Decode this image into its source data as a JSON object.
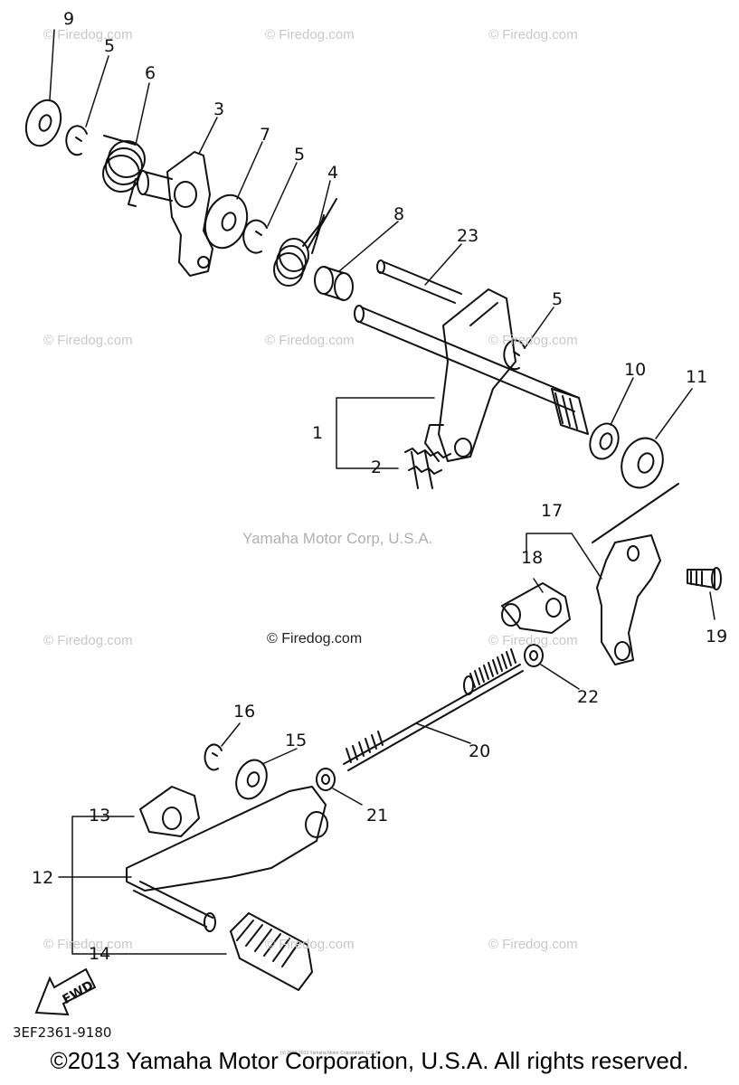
{
  "watermark": {
    "text": "© Firedog.com",
    "center_mark": "Yamaha Motor Corp, U.S.A.",
    "center_fd": "© Firedog.com"
  },
  "callouts": {
    "c1": "1",
    "c2": "2",
    "c3": "3",
    "c4": "4",
    "c5a": "5",
    "c5b": "5",
    "c5c": "5",
    "c6": "6",
    "c7": "7",
    "c8": "8",
    "c9": "9",
    "c10": "10",
    "c11": "11",
    "c12": "12",
    "c13": "13",
    "c14": "14",
    "c15": "15",
    "c16": "16",
    "c17": "17",
    "c18": "18",
    "c19": "19",
    "c20": "20",
    "c21": "21",
    "c22": "22",
    "c23": "23"
  },
  "fwd_label": "FWD",
  "diagram_code": "3EF2361-9180",
  "copyright": "©2013 Yamaha Motor Corporation, U.S.A. All rights reserved.",
  "tiny_credit": "(c) 2000-2013 Yamaha Motor Corporation, U.S.A."
}
